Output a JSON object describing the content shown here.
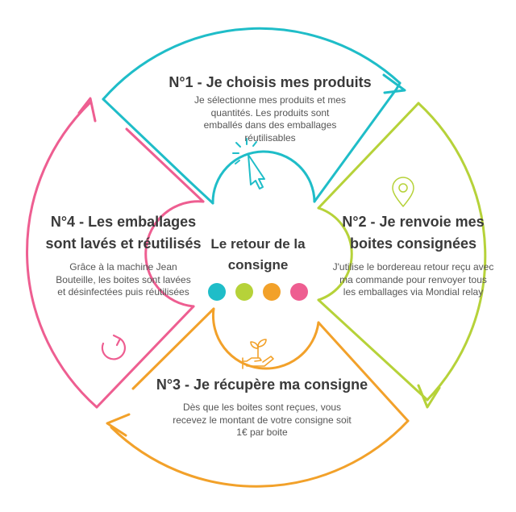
{
  "center": {
    "title": "Le retour de la consigne",
    "dots": [
      "#1fbdc8",
      "#b6d239",
      "#f2a12a",
      "#ee5e91"
    ]
  },
  "steps": [
    {
      "title": "N°1 - Je choisis mes produits",
      "text": "Je sélectionne mes produits et mes quantités. Les produits sont emballés dans des emballages réutilisables",
      "color": "#1fbdc8",
      "icon": "cursor-click-icon"
    },
    {
      "title": "N°2 - Je renvoie mes boites consignées",
      "text": "J'utilise le bordereau retour reçu  avec ma commande pour renvoyer  tous les emballages via Mondial relay",
      "color": "#b6d239",
      "icon": "map-pin-icon"
    },
    {
      "title": "N°3 - Je récupère ma consigne",
      "text": "Dès que les boites sont reçues, vous recevez le montant de votre consigne soit 1€ par boite",
      "color": "#f2a12a",
      "icon": "hand-plant-icon"
    },
    {
      "title": "N°4 - Les emballages sont lavés et réutilisés",
      "text": "Grâce à la machine Jean Bouteille, les boites sont lavées et désinfectées puis réutilisées",
      "color": "#ee5e91",
      "icon": "refresh-icon"
    }
  ]
}
